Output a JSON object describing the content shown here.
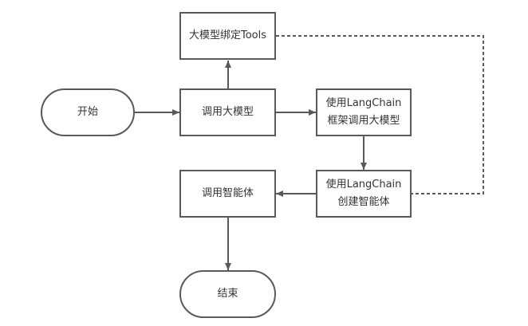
{
  "nodes": {
    "start": "开始",
    "bind_tools": "大模型绑定Tools",
    "call_llm": "调用大模型",
    "langchain_llm": {
      "line1": "使用LangChain",
      "line2": "框架调用大模型"
    },
    "langchain_agent": {
      "line1": "使用LangChain",
      "line2": "创建智能体"
    },
    "call_agent": "调用智能体",
    "end": "结束"
  },
  "colors": {
    "stroke": "#595959",
    "text": "#333333",
    "background": "#ffffff"
  }
}
